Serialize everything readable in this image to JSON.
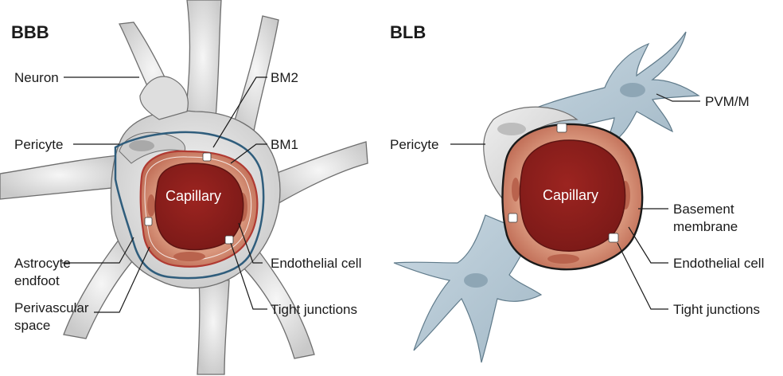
{
  "bbb": {
    "title": "BBB",
    "labels": {
      "neuron": "Neuron",
      "pericyte": "Pericyte",
      "astrocyte_endfoot_1": "Astrocyte",
      "astrocyte_endfoot_2": "endfoot",
      "perivascular_space_1": "Perivascular",
      "perivascular_space_2": "space",
      "bm2": "BM2",
      "bm1": "BM1",
      "endothelial_cell": "Endothelial cell",
      "tight_junctions": "Tight junctions",
      "capillary": "Capillary"
    }
  },
  "blb": {
    "title": "BLB",
    "labels": {
      "pvm_m": "PVM/M",
      "pericyte": "Pericyte",
      "basement_membrane_1": "Basement",
      "basement_membrane_2": "membrane",
      "endothelial_cell": "Endothelial cell",
      "tight_junctions": "Tight junctions",
      "capillary": "Capillary"
    }
  },
  "colors": {
    "capillary_lumen": "#8e1f1c",
    "endothelium": "#d48b72",
    "astrocyte": "#e9e9e9",
    "bm_outer": "#2f5d7c",
    "bm_inner": "#b03a32",
    "microglia": "#b8ccd8",
    "pericyte": "#dcdcdc"
  }
}
